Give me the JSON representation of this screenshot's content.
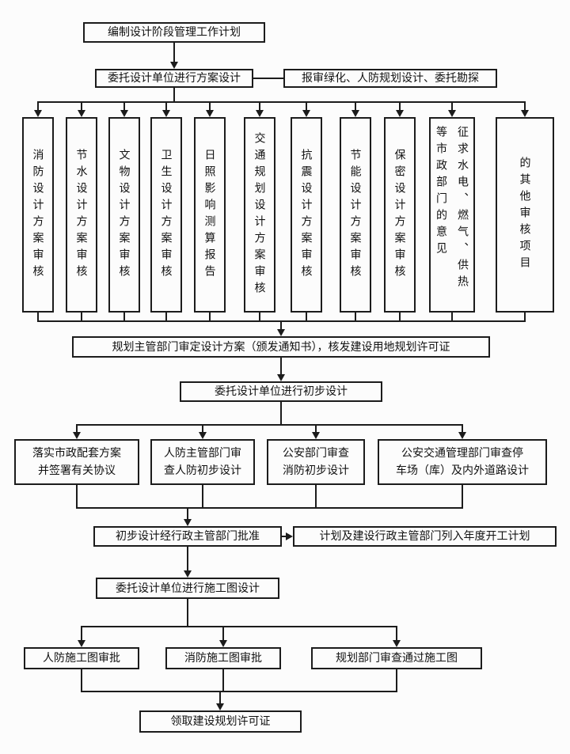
{
  "nodes": {
    "plan": "编制设计阶段管理工作计划",
    "scheme_design": "委托设计单位进行方案设计",
    "side_note": "报审绿化、人防规划设计、委托勘探",
    "approve_scheme": "规划主管部门审定设计方案（颁发通知书），核发建设用地规划许可证",
    "preliminary_design": "委托设计单位进行初步设计",
    "preliminary_approval": "初步设计经行政主管部门批准",
    "annual_plan": "计划及建设行政主管部门列入年度开工计划",
    "construction_drawing_design": "委托设计单位进行施工图设计",
    "obtain_permit": "领取建设规划许可证"
  },
  "scheme_reviews": [
    "消防设计方案审核",
    "节水设计方案审核",
    "文物设计方案审核",
    "卫生设计方案审核",
    "日照影响测算报告",
    "交通规划设计方案审核",
    "抗震设计方案审核",
    "节能设计方案审核",
    "保密设计方案审核",
    "征求水电、燃气、供热等市政部门的意见",
    "的其他审核项目"
  ],
  "preliminary_reviews": [
    "落实市政配套方案\n并签署有关协议",
    "人防主管部门审\n查人防初步设计",
    "公安部门审查\n消防初步设计",
    "公安交通管理部门审查停\n车场（库）及内外道路设计"
  ],
  "drawing_reviews": [
    "人防施工图审批",
    "消防施工图审批",
    "规划部门审查通过施工图"
  ],
  "colors": {
    "line": "#1c1c1c",
    "background": "#fcfcfc",
    "box_background": "#fcfcfc",
    "text": "#111111"
  }
}
